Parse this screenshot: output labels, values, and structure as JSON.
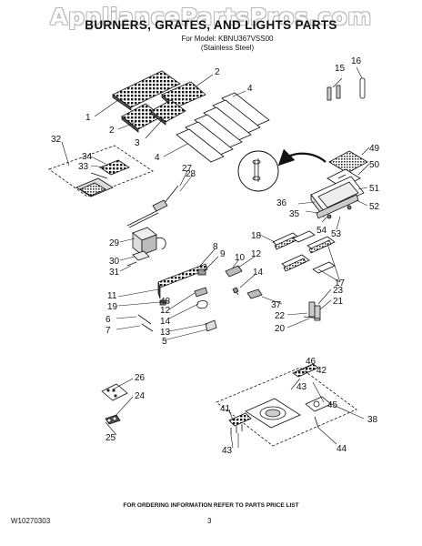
{
  "watermark": "AppliancePartsPros.com",
  "header": {
    "title": "BURNERS, GRATES, AND LIGHTS PARTS",
    "model_line": "For Model: KBNU367VSS00",
    "finish_line": "(Stainless Steel)"
  },
  "callouts": [
    "1",
    "2",
    "2",
    "3",
    "4",
    "5",
    "6",
    "7",
    "8",
    "9",
    "10",
    "11",
    "12",
    "12",
    "13",
    "14",
    "14",
    "15",
    "16",
    "17",
    "18",
    "19",
    "20",
    "21",
    "22",
    "23",
    "24",
    "25",
    "26",
    "27",
    "28",
    "29",
    "30",
    "31",
    "32",
    "33",
    "34",
    "35",
    "36",
    "37",
    "38",
    "41",
    "42",
    "43",
    "43",
    "44",
    "45",
    "46",
    "48",
    "49",
    "50",
    "51",
    "52",
    "53",
    "54"
  ],
  "footer": {
    "ordering_note": "FOR ORDERING INFORMATION REFER TO PARTS PRICE LIST",
    "doc_code": "W10270303",
    "page_number": "3"
  }
}
